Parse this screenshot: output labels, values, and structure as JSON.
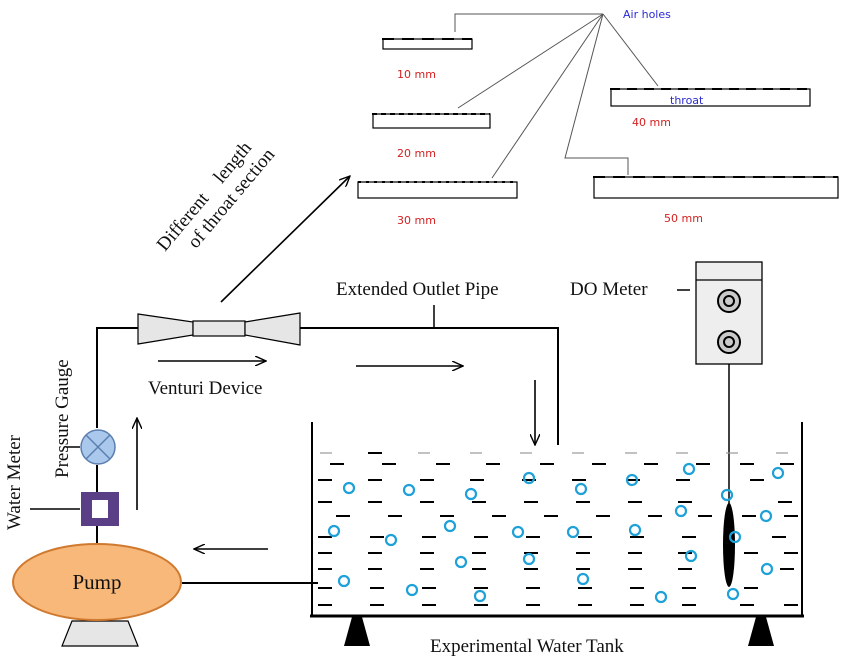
{
  "labels": {
    "air_holes": "Air holes",
    "throat": "throat",
    "len_10": "10 mm",
    "len_20": "20 mm",
    "len_30": "30 mm",
    "len_40": "40 mm",
    "len_50": "50 mm",
    "different_length": "Different    length",
    "of_throat_section": "of throat section",
    "extended_outlet_pipe": "Extended Outlet Pipe",
    "do_meter": "DO Meter",
    "venturi_device": "Venturi Device",
    "pressure_gauge": "Pressure Gauge",
    "water_meter": "Water Meter",
    "pump": "Pump",
    "experimental_water_tank": "Experimental Water Tank"
  },
  "colors": {
    "air_holes_text": "#2b2bd4",
    "length_text": "#d42020",
    "bubble": "#1ea0d8",
    "pump_fill": "#f7b87a",
    "gauge_fill": "#a9c8ec",
    "meter_frame": "#5a3f86",
    "do_meter_fill": "#eeeeee"
  }
}
